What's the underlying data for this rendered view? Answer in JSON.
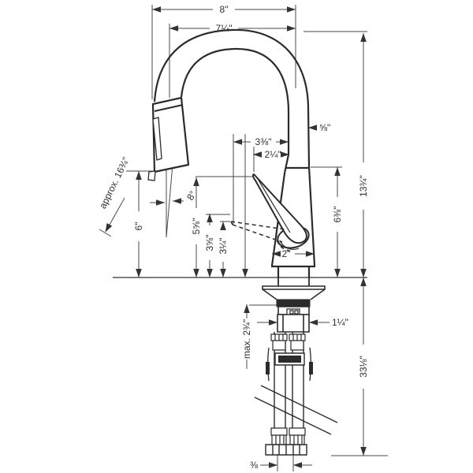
{
  "drawing": {
    "type": "faucet-installation-dimension-diagram",
    "colors": {
      "outline": "#2b2b2b",
      "dimension_lines": "#4a4a4a",
      "label_text": "#2f2f2f",
      "background": "#ffffff"
    },
    "dims": {
      "overall_depth": "8\"",
      "spout_reach": "7¼\"",
      "spout_tip_offset": "⅝\"",
      "counter_to_spout_top": "13¾\"",
      "handle_projection_back": "3⅜\"",
      "handle_projection_front": "2¼\"",
      "overall_height": "approx. 16¾\"",
      "sprayhead_angle": "8°",
      "counter_to_sprayhead": "6\"",
      "counter_to_handle_tip": "5⅝\"",
      "handle_arc_top": "3⅝\"",
      "handle_arc_bottom": "3¼\"",
      "counter_to_spout_base_top": "6⅜\"",
      "body_base_width": "2\"",
      "max_counter_thickness": "max. 2¾\"",
      "shank_width": "1¼\"",
      "counter_to_hose_end": "33⅛\"",
      "hose_connector_spacing": "⅜"
    }
  }
}
